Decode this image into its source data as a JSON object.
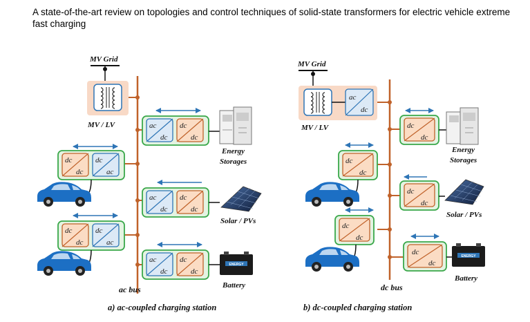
{
  "page_title": "A state-of-the-art review on topologies and control techniques of solid-state transformers for electric vehicle extreme fast charging",
  "diagram_a": {
    "mv_grid": "MV Grid",
    "mv_lv": "MV / LV",
    "bus": "ac bus",
    "caption": "a) ac-coupled charging station",
    "energy_storages": [
      "Energy",
      "Storages"
    ],
    "solar": "Solar / PVs",
    "battery": "Battery"
  },
  "diagram_b": {
    "mv_grid": "MV Grid",
    "mv_lv": "MV / LV",
    "bus": "dc bus",
    "caption": "b) dc-coupled charging station",
    "energy_storages": [
      "Energy",
      "Storages"
    ],
    "solar": "Solar / PVs",
    "battery": "Battery"
  },
  "converter_labels": {
    "ac": "ac",
    "dc": "dc"
  },
  "battery_brand": "ENERGY",
  "colors": {
    "bus": "#c0622a",
    "arrow": "#2e75b6",
    "green_border": "#3aa84a",
    "green_fill": "#e4f3e2",
    "orange_fill": "#fbdcc4",
    "blue_fill": "#dce9f6",
    "transformer_bg": "#f8d9c6",
    "car_blue": "#1c6fc4"
  }
}
